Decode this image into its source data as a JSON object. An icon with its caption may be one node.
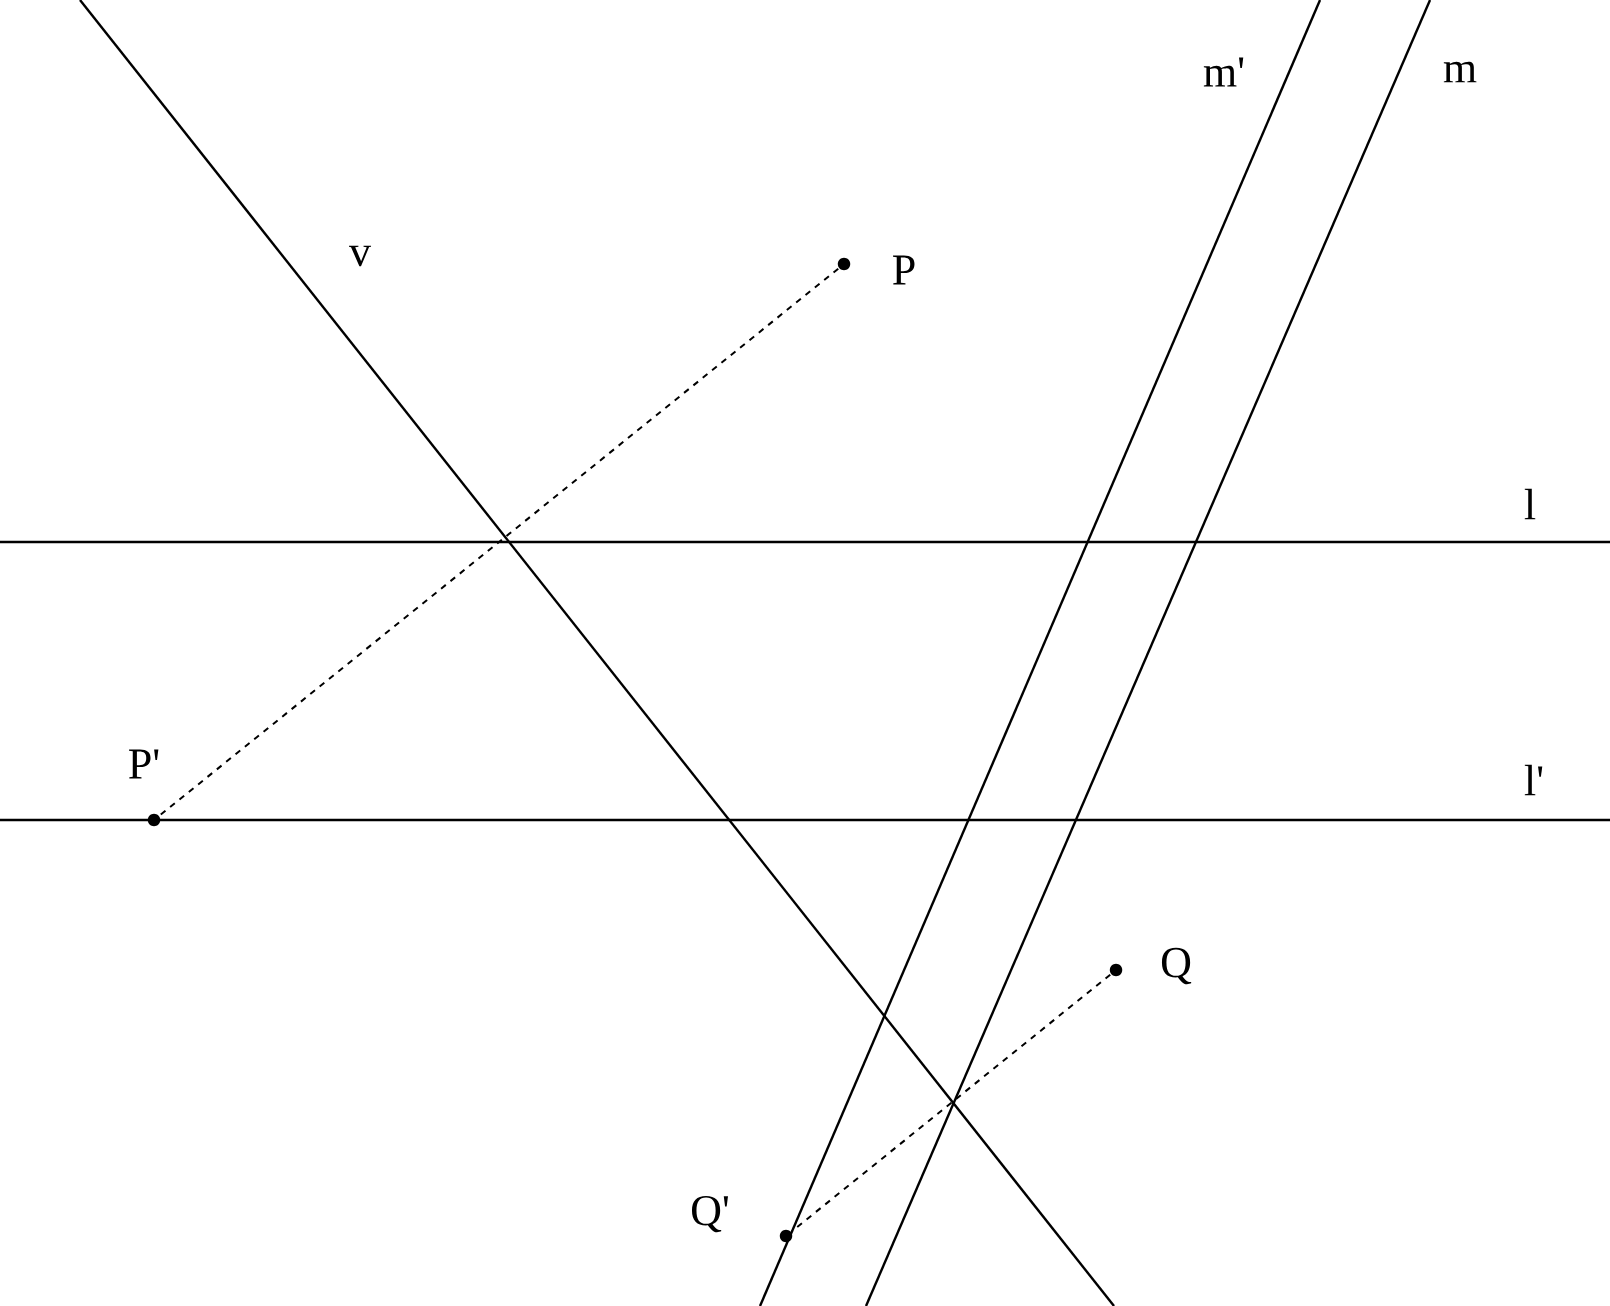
{
  "diagram": {
    "nodes": [
      {
        "text": [],
        "shape": "circle",
        "beside": [
          "P"
        ]
      },
      {
        "text": [],
        "shape": "circle",
        "beside": [
          "P'"
        ]
      },
      {
        "text": [],
        "shape": "circle",
        "beside": [
          "Q"
        ]
      },
      {
        "text": [],
        "shape": "circle",
        "beside": [
          "Q'"
        ]
      }
    ],
    "edges": [
      {
        "from": 0,
        "to": 1,
        "arrow": "none",
        "style": "dashed"
      },
      {
        "from": 2,
        "to": 3,
        "arrow": "none",
        "style": "dashed"
      }
    ],
    "labels": [
      "v",
      "m'",
      "m",
      "l",
      "l'"
    ]
  }
}
